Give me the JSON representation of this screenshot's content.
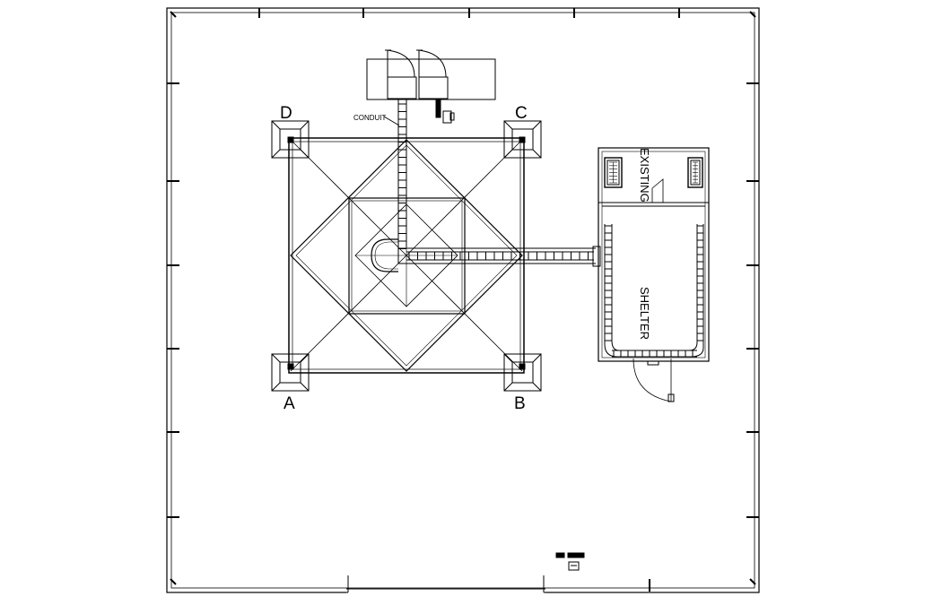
{
  "drawing": {
    "tower_corner_labels": {
      "a": "A",
      "b": "B",
      "c": "C",
      "d": "D"
    },
    "conduit_label": "CONDUIT",
    "existing_label": "EXISTING",
    "shelter_label": "SHELTER"
  },
  "colors": {
    "line": "#000000",
    "background": "#ffffff"
  }
}
